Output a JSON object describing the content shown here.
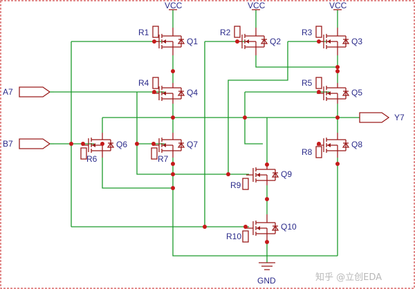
{
  "power": {
    "vcc_label": "VCC",
    "gnd_label": "GND"
  },
  "ports": {
    "a": "A7",
    "b": "B7",
    "y": "Y7"
  },
  "transistors": [
    "Q1",
    "Q2",
    "Q3",
    "Q4",
    "Q5",
    "Q6",
    "Q7",
    "Q8",
    "Q9",
    "Q10"
  ],
  "resistors": [
    "R1",
    "R2",
    "R3",
    "R4",
    "R5",
    "R6",
    "R7",
    "R8",
    "R9",
    "R10"
  ],
  "watermark": "知乎 @立创EDA",
  "colors": {
    "wire": "#1b9a2a",
    "component": "#9a1b1b",
    "junction": "#c41a1a",
    "label": "#2a2a8a",
    "border": "#c41a1a"
  }
}
